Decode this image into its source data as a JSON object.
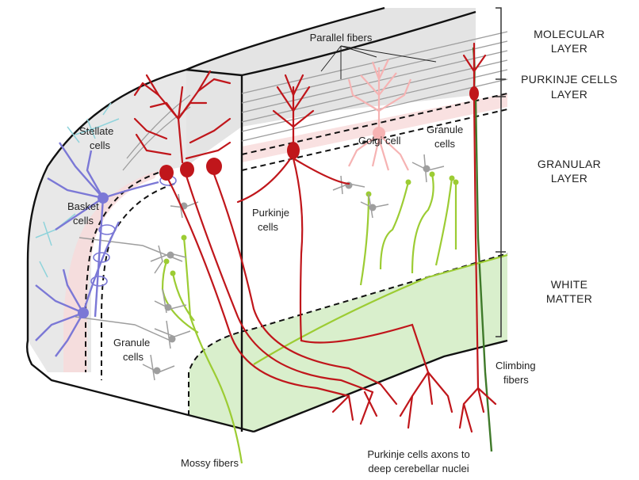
{
  "labels": {
    "parallel_fibers": "Parallel fibers",
    "stellate": [
      "Stellate",
      "cells"
    ],
    "basket": [
      "Basket",
      "cells"
    ],
    "golgi": "Golgi cell",
    "granule_right": [
      "Granule",
      "cells"
    ],
    "purkinje": [
      "Purkinje",
      "cells"
    ],
    "granule_left": [
      "Granule",
      "cells"
    ],
    "climbing": [
      "Climbing",
      "fibers"
    ],
    "mossy": "Mossy fibers",
    "axons": [
      "Purkinje cells axons to",
      "deep cerebellar nuclei"
    ]
  },
  "layers": {
    "molecular": [
      "MOLECULAR",
      "LAYER"
    ],
    "purkinje": [
      "PURKINJE CELLS",
      "LAYER"
    ],
    "granular": [
      "GRANULAR",
      "LAYER"
    ],
    "white": [
      "WHITE",
      "MATTER"
    ]
  },
  "colors": {
    "purkinje": "#c0161b",
    "basket": "#7b78d6",
    "stellate": "#8fd3db",
    "golgi": "#f6b3b3",
    "granule": "#9e9e9e",
    "mossy": "#9ccc33",
    "climbing": "#3f7a2a",
    "white_matter": "#d9efcc",
    "molecular_fill": "#e6e6e6"
  }
}
